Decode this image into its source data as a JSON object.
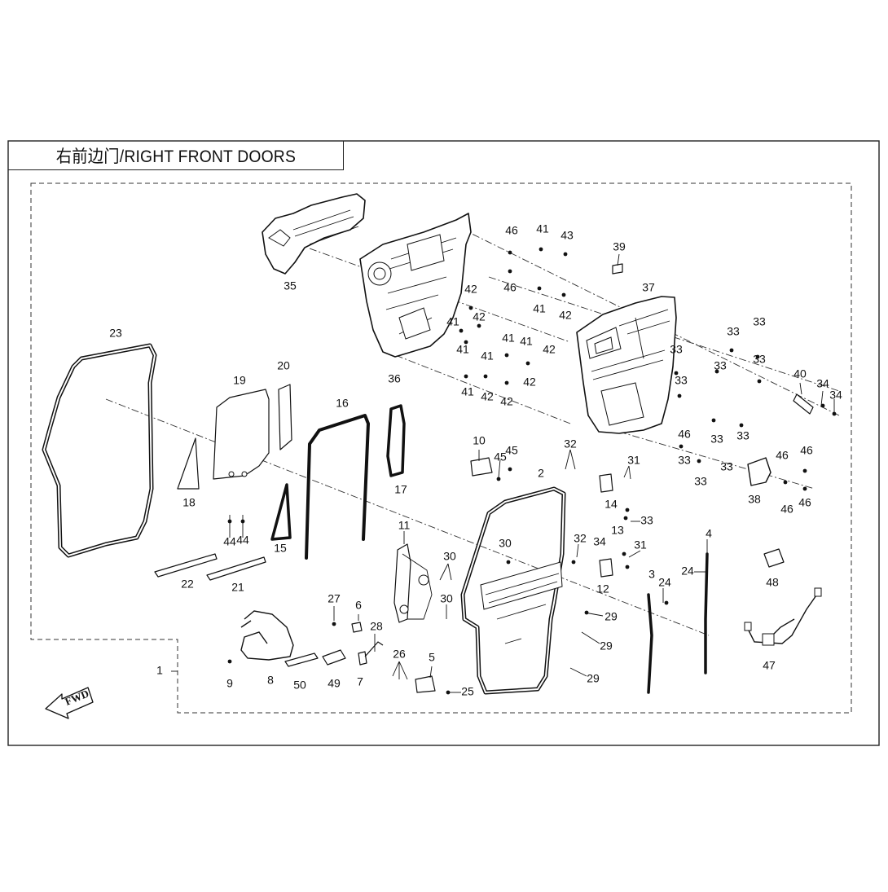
{
  "title": "右前边门/RIGHT FRONT DOORS",
  "fwd_label": "FWD",
  "callouts": {
    "c1": "1",
    "c2": "2",
    "c3": "3",
    "c4": "4",
    "c5": "5",
    "c6": "6",
    "c7": "7",
    "c8": "8",
    "c9": "9",
    "c10": "10",
    "c11": "11",
    "c12": "12",
    "c13": "13",
    "c14": "14",
    "c15": "15",
    "c16": "16",
    "c17": "17",
    "c18": "18",
    "c19": "19",
    "c20": "20",
    "c21": "21",
    "c22": "22",
    "c23": "23",
    "c24": "24",
    "c25": "25",
    "c26": "26",
    "c27": "27",
    "c28": "28",
    "c29": "29",
    "c30": "30",
    "c31": "31",
    "c32": "32",
    "c33": "33",
    "c34": "34",
    "c35": "35",
    "c36": "36",
    "c37": "37",
    "c38": "38",
    "c39": "39",
    "c40": "40",
    "c41": "41",
    "c42": "42",
    "c43": "43",
    "c44": "44",
    "c45": "45",
    "c46": "46",
    "c47": "47",
    "c48": "48",
    "c49": "49",
    "c50": "50"
  }
}
